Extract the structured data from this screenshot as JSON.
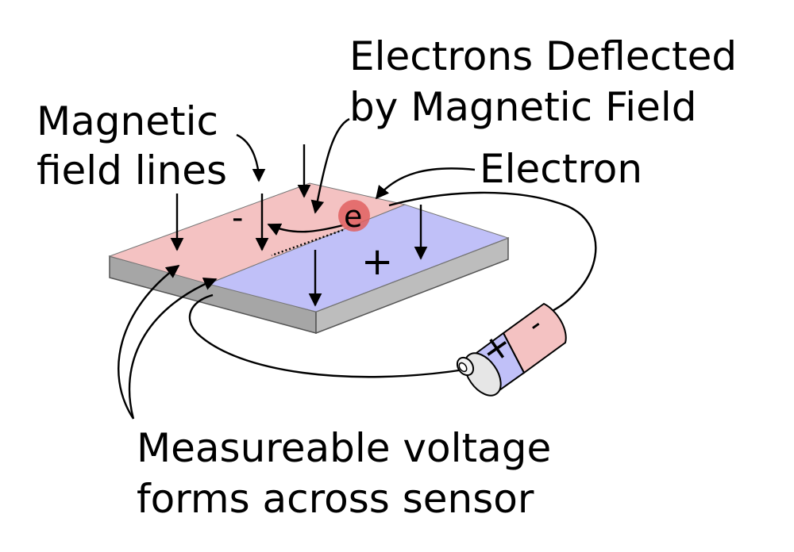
{
  "labels": {
    "magnetic_line1": "Magnetic",
    "magnetic_line2": "field lines",
    "deflected_line1": "Electrons Deflected",
    "deflected_line2": "by Magnetic Field",
    "electron": "Electron",
    "voltage_line1": "Measureable voltage",
    "voltage_line2": "forms across sensor"
  },
  "plate": {
    "negative_sign": "-",
    "positive_sign": "+"
  },
  "electron_symbol": "e",
  "battery": {
    "positive_sign": "+",
    "negative_sign": "-"
  },
  "colors": {
    "negative_region": "#f4c2c2",
    "positive_region": "#c0c0f8",
    "plate_side": "#a8a8a8",
    "electron_fill": "#e06060",
    "battery_positive": "#c0c0f8",
    "battery_negative": "#f4c2c2",
    "battery_terminal": "#e8e8e8"
  }
}
